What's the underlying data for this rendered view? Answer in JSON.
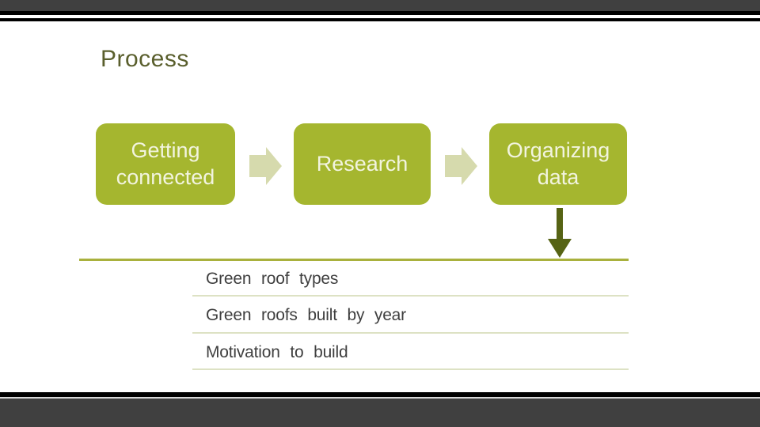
{
  "slide": {
    "title": "Process",
    "process_boxes": [
      {
        "label": "Getting connected"
      },
      {
        "label": "Research"
      },
      {
        "label": "Organizing data"
      }
    ],
    "connector_icons": [
      "arrow-right-icon",
      "arrow-right-icon",
      "arrow-down-icon"
    ],
    "list_items": [
      "Green roof types",
      "Green roofs built by year",
      "Motivation to build"
    ],
    "colors": {
      "box_green": "#a5b62f",
      "box_text": "#f2f4df",
      "arrow_light_green": "#d6daad",
      "arrow_dark_olive": "#566314",
      "divider_thick_olive": "#a9b13d",
      "divider_thin_olive": "#dde2c4",
      "title_olive": "#5a5f2d",
      "list_text_grey": "#3f3f3f",
      "frame_grey": "#404040",
      "frame_black": "#000000"
    }
  }
}
